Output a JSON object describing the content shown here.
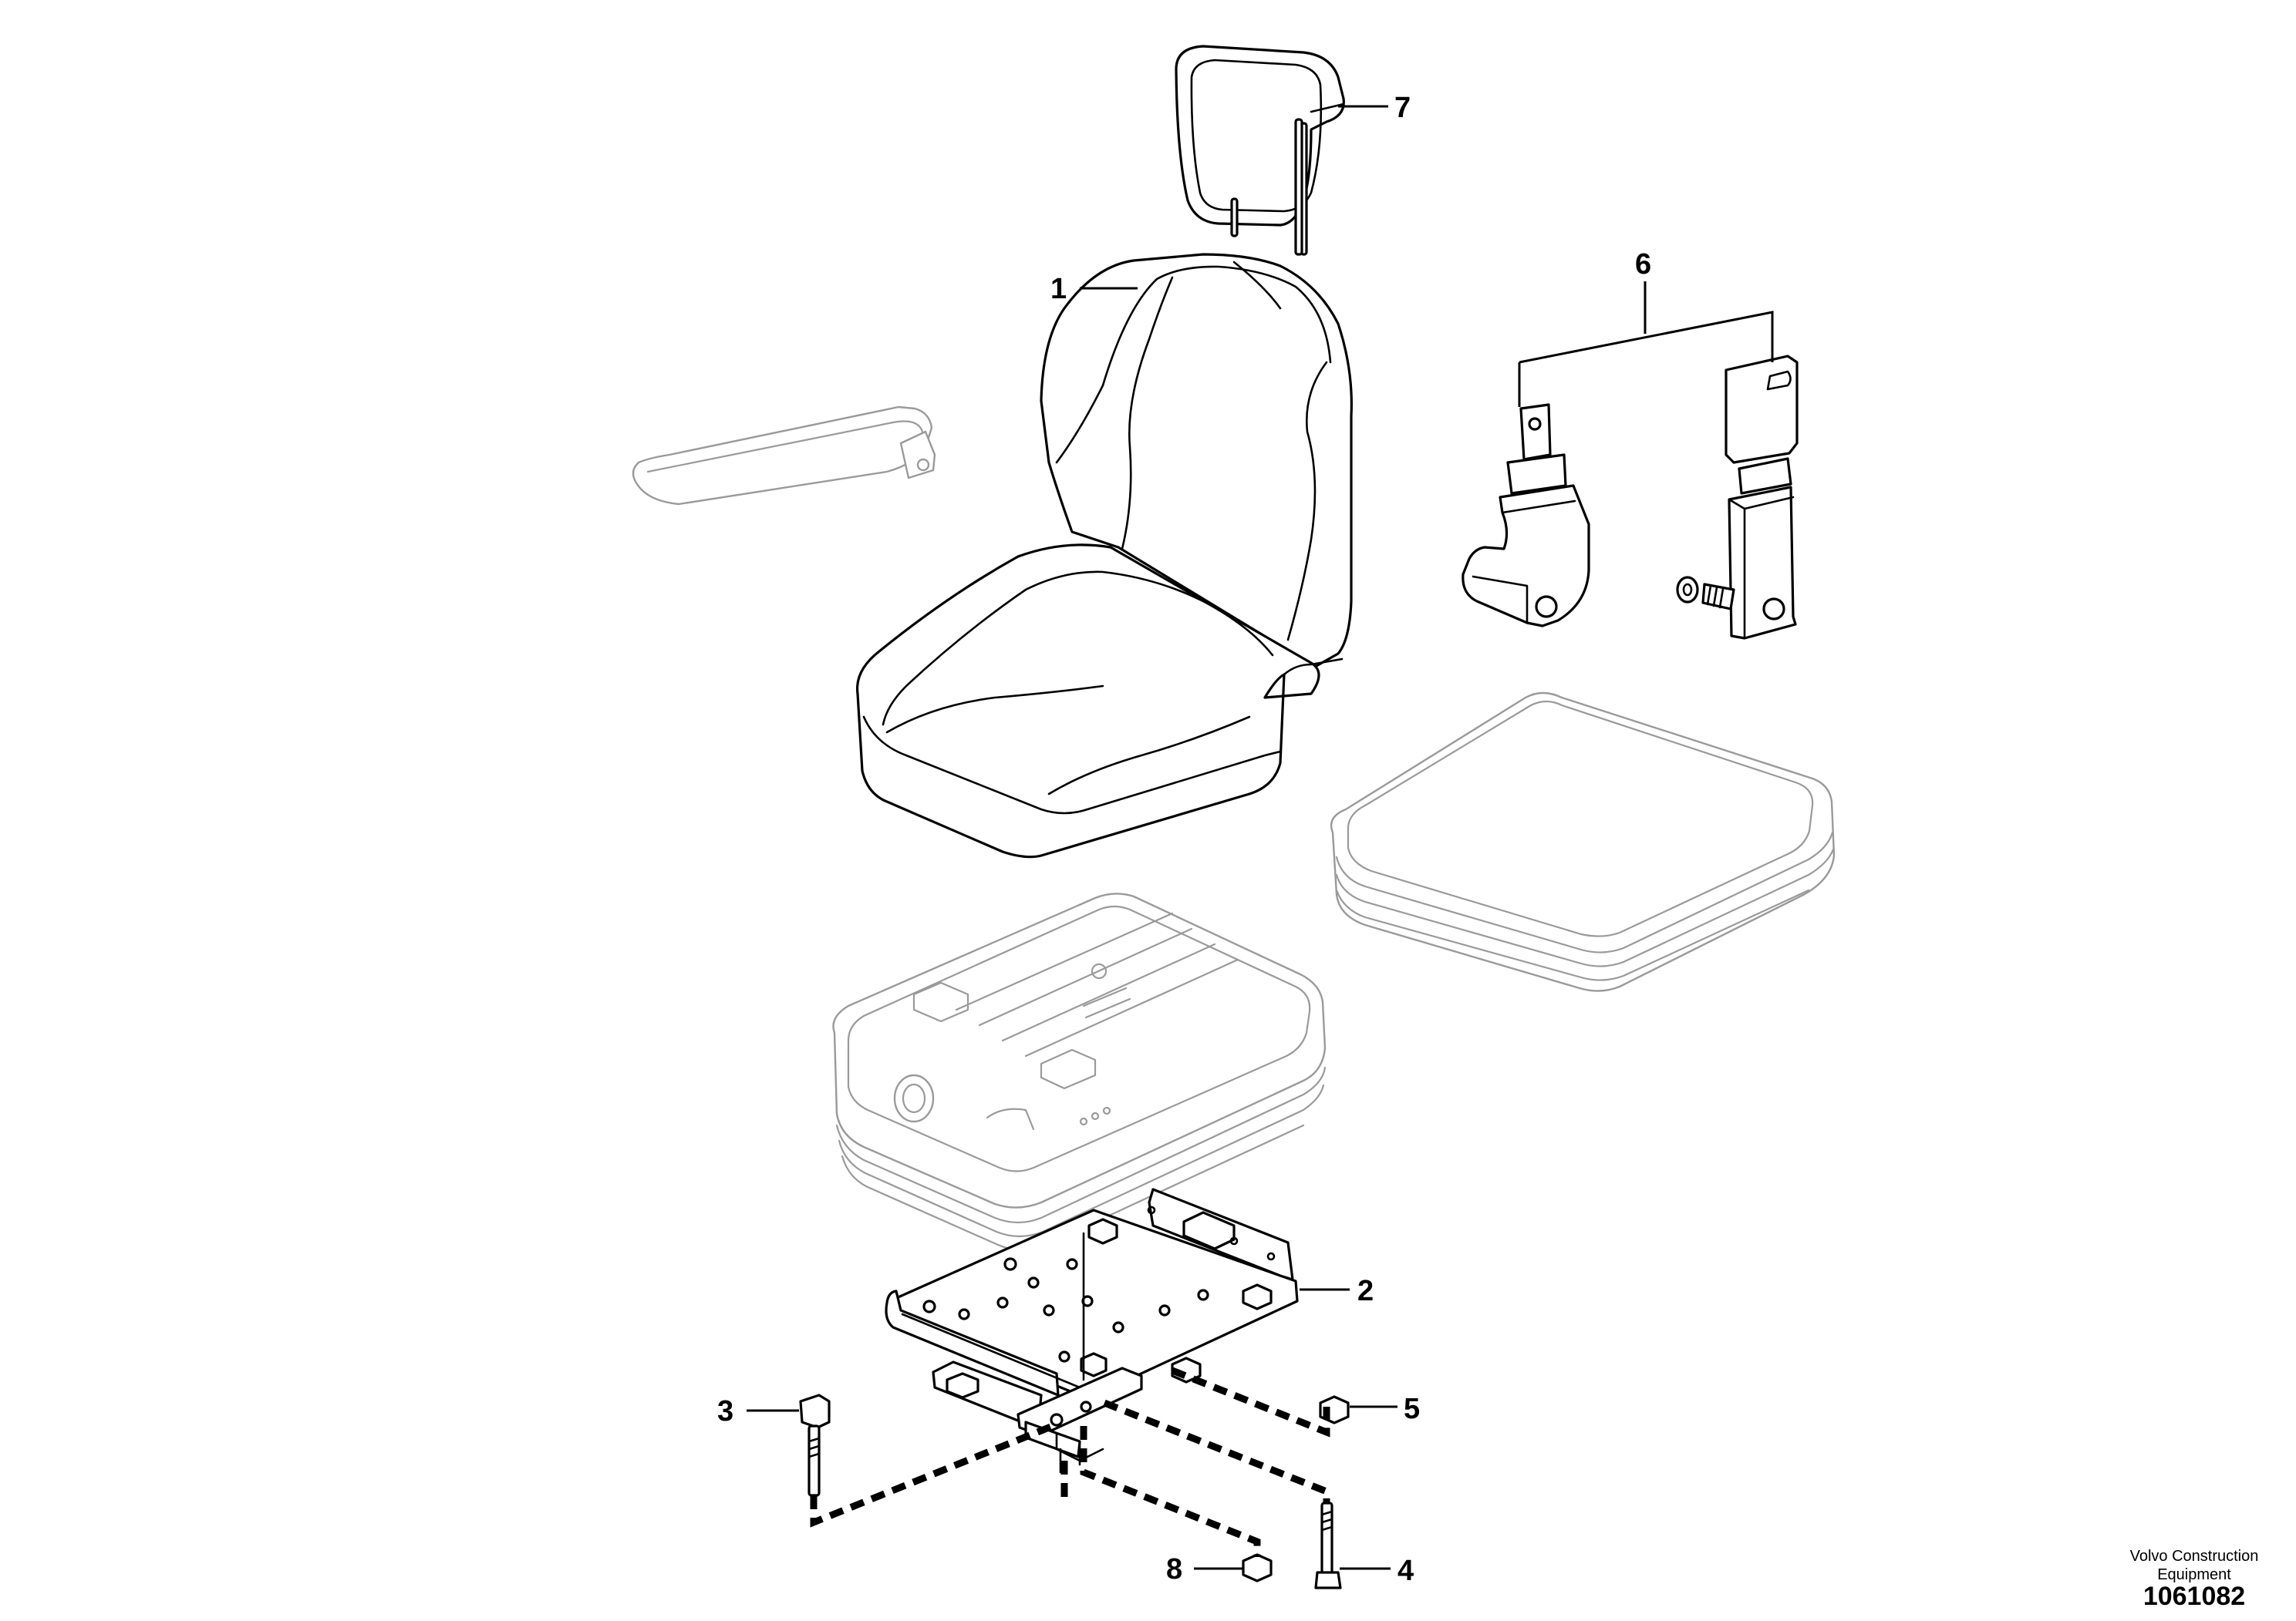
{
  "callouts": [
    {
      "id": "1",
      "label": "1"
    },
    {
      "id": "2",
      "label": "2"
    },
    {
      "id": "3",
      "label": "3"
    },
    {
      "id": "4",
      "label": "4"
    },
    {
      "id": "5",
      "label": "5"
    },
    {
      "id": "6",
      "label": "6"
    },
    {
      "id": "7",
      "label": "7"
    },
    {
      "id": "8",
      "label": "8"
    }
  ],
  "footer": {
    "company": "Volvo Construction Equipment",
    "drawing_number": "1061082"
  }
}
